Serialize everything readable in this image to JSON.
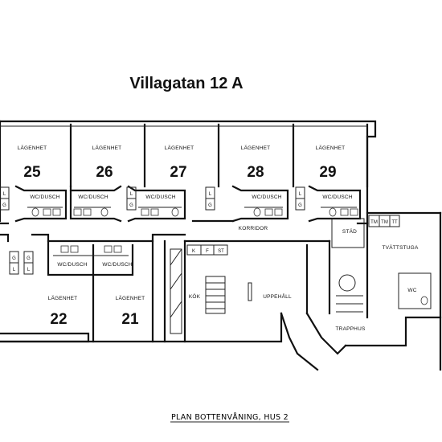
{
  "title": "Villagatan 12 A",
  "caption": "PLAN BOTTENVÅNING, HUS 2",
  "room_label": "LÄGENHET",
  "wc_dusch": "WC/DUSCH",
  "apartments_top": [
    "25",
    "26",
    "27",
    "28",
    "29"
  ],
  "apartments_bottom": [
    "22",
    "21"
  ],
  "korridor": "KORRIDOR",
  "stad": "STÄD",
  "tvattstuga": "TVÄTTSTUGA",
  "tvatt_units": [
    "TM",
    "TM",
    "TT"
  ],
  "wc": "WC",
  "kok": "KÖK",
  "kitchen_cabinets": [
    "K",
    "F",
    "ST"
  ],
  "uppehall": "UPPEHÅLL",
  "trapphus": "TRAPPHUS",
  "storage_l": "L",
  "storage_g": "G"
}
